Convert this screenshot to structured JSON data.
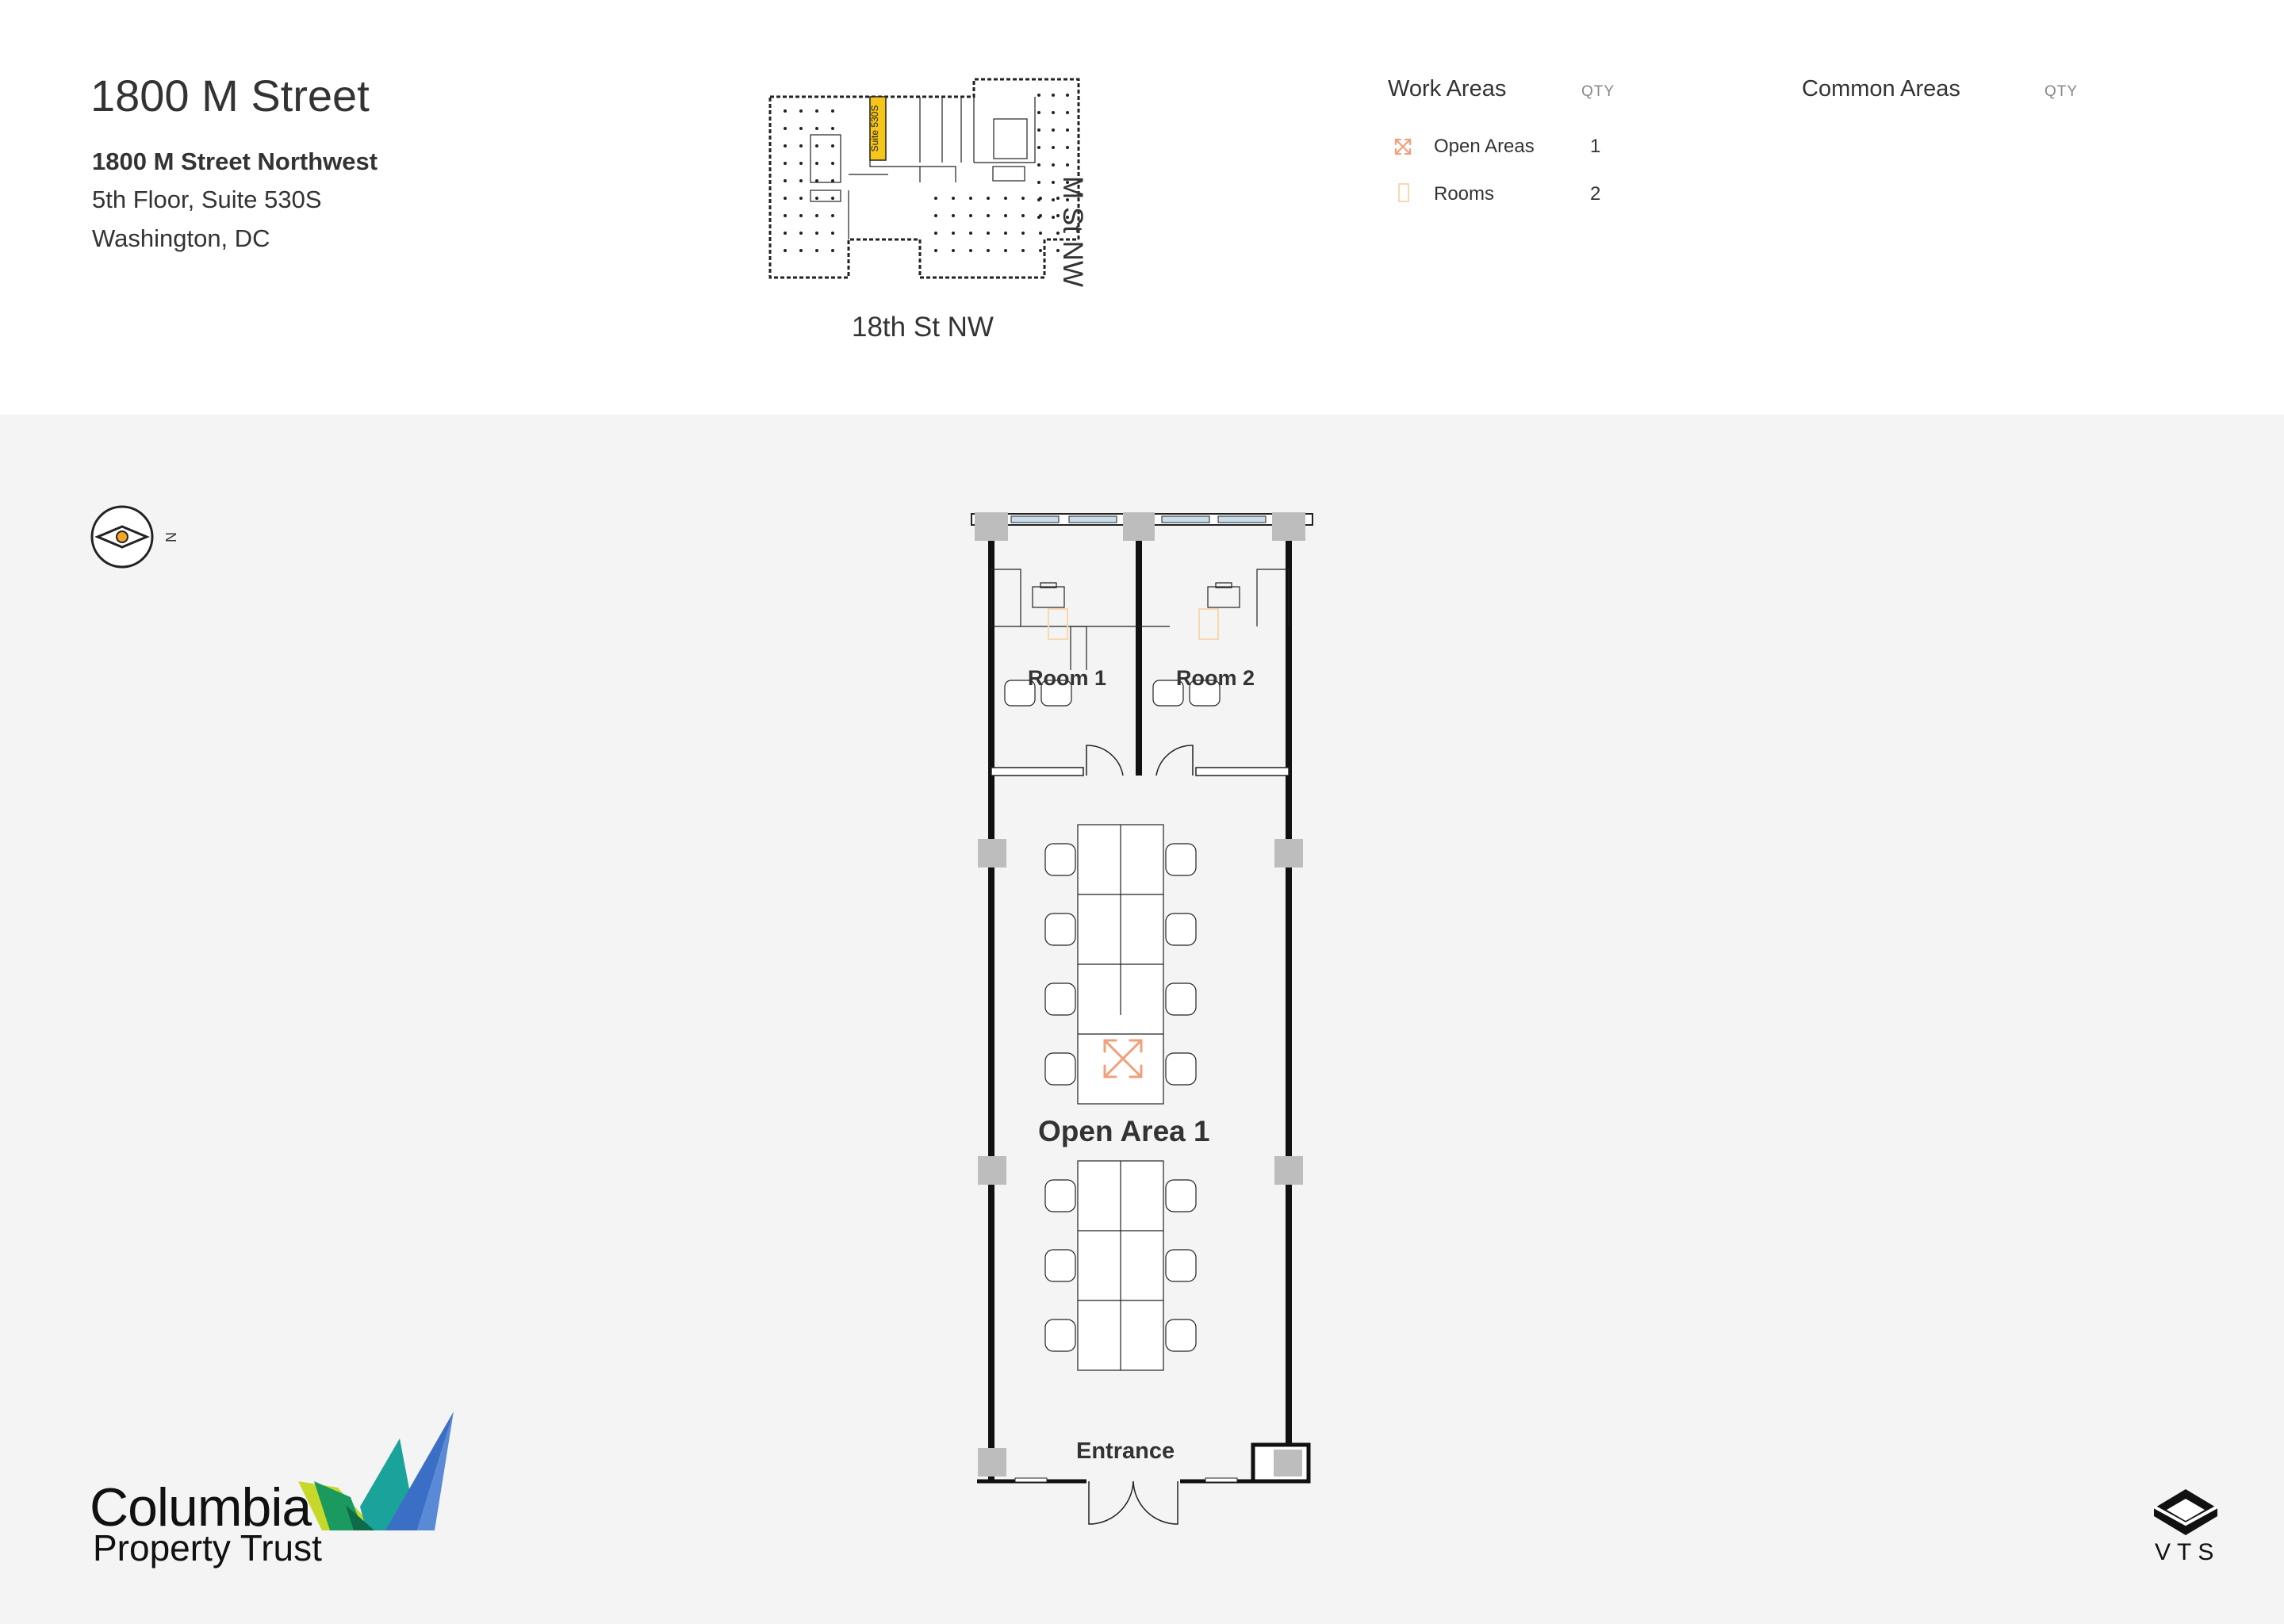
{
  "header": {
    "building_title": "1800 M Street",
    "address_line1": "1800 M Street Northwest",
    "address_line2": "5th Floor, Suite 530S",
    "address_line3": "Washington, DC"
  },
  "keyplan": {
    "suite_label": "Suite 530S",
    "street_right": "M St NW",
    "street_bottom": "18th St NW",
    "highlight_color": "#f5c518"
  },
  "legend": {
    "work_areas": {
      "heading": "Work Areas",
      "qty_heading": "QTY",
      "items": [
        {
          "label": "Open Areas",
          "qty": "1",
          "icon": "expand-arrows-icon",
          "color": "#f0a07a"
        },
        {
          "label": "Rooms",
          "qty": "2",
          "icon": "door-icon",
          "color": "#f7d9b0"
        }
      ]
    },
    "common_areas": {
      "heading": "Common Areas",
      "qty_heading": "QTY"
    }
  },
  "compass": {
    "label": "N",
    "icon": "compass-icon",
    "accent": "#f5a623"
  },
  "floorplan": {
    "rooms": [
      {
        "label": "Room 1"
      },
      {
        "label": "Room 2"
      }
    ],
    "open_area": "Open Area 1",
    "entrance": "Entrance",
    "open_area_icon_color": "#f0a07a",
    "room_icon_color": "#f7d9b0"
  },
  "footer": {
    "brand_line1": "Columbia",
    "brand_line2": "Property Trust",
    "vts_label": "VTS"
  }
}
